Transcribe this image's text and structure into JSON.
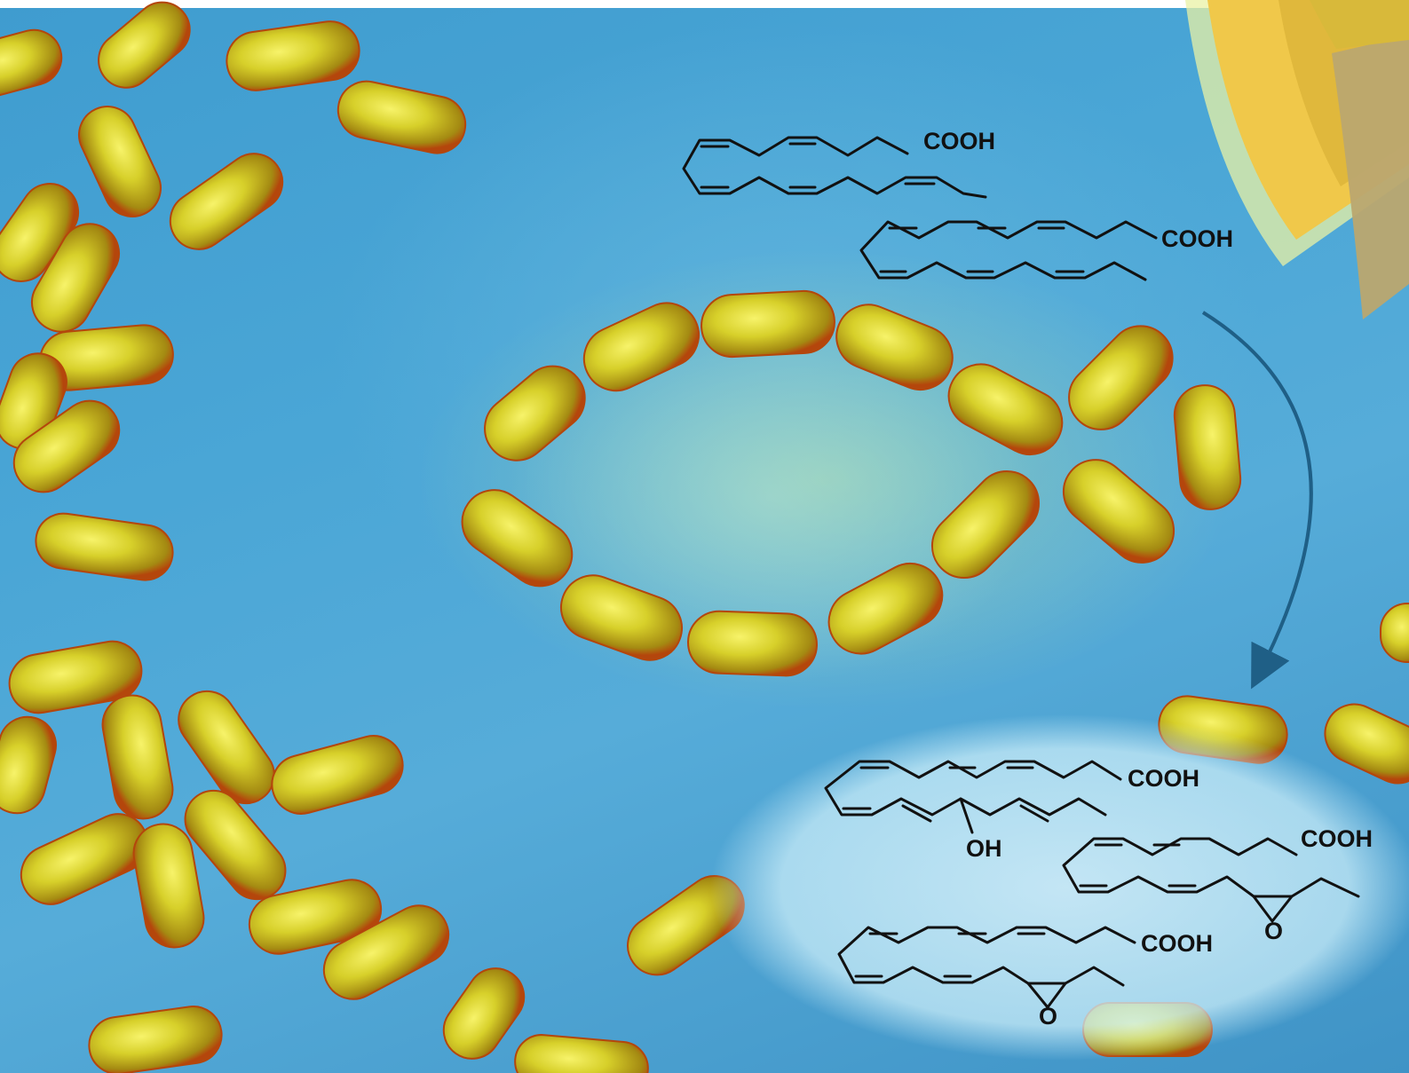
{
  "molecules": [
    {
      "id": "epa",
      "group": "COOH"
    },
    {
      "id": "dha",
      "group": "COOH"
    },
    {
      "id": "hydroxy",
      "group": "COOH",
      "substituent": "OH"
    },
    {
      "id": "epoxy-1",
      "group": "COOH",
      "substituent": "O"
    },
    {
      "id": "epoxy-2",
      "group": "COOH",
      "substituent": "O"
    }
  ],
  "colors": {
    "background": "#4aa6d6",
    "capsule": "#d8d22c",
    "capsule_edge": "#c85a10",
    "arrow": "#1f5f86",
    "highlight": "#bfe6f3",
    "fan_1": "#f2c94c",
    "fan_2": "#bca977",
    "bond": "#111111"
  },
  "icons": [
    "fish-capsule-arrangement",
    "reaction-arrow",
    "decorative-fan"
  ]
}
